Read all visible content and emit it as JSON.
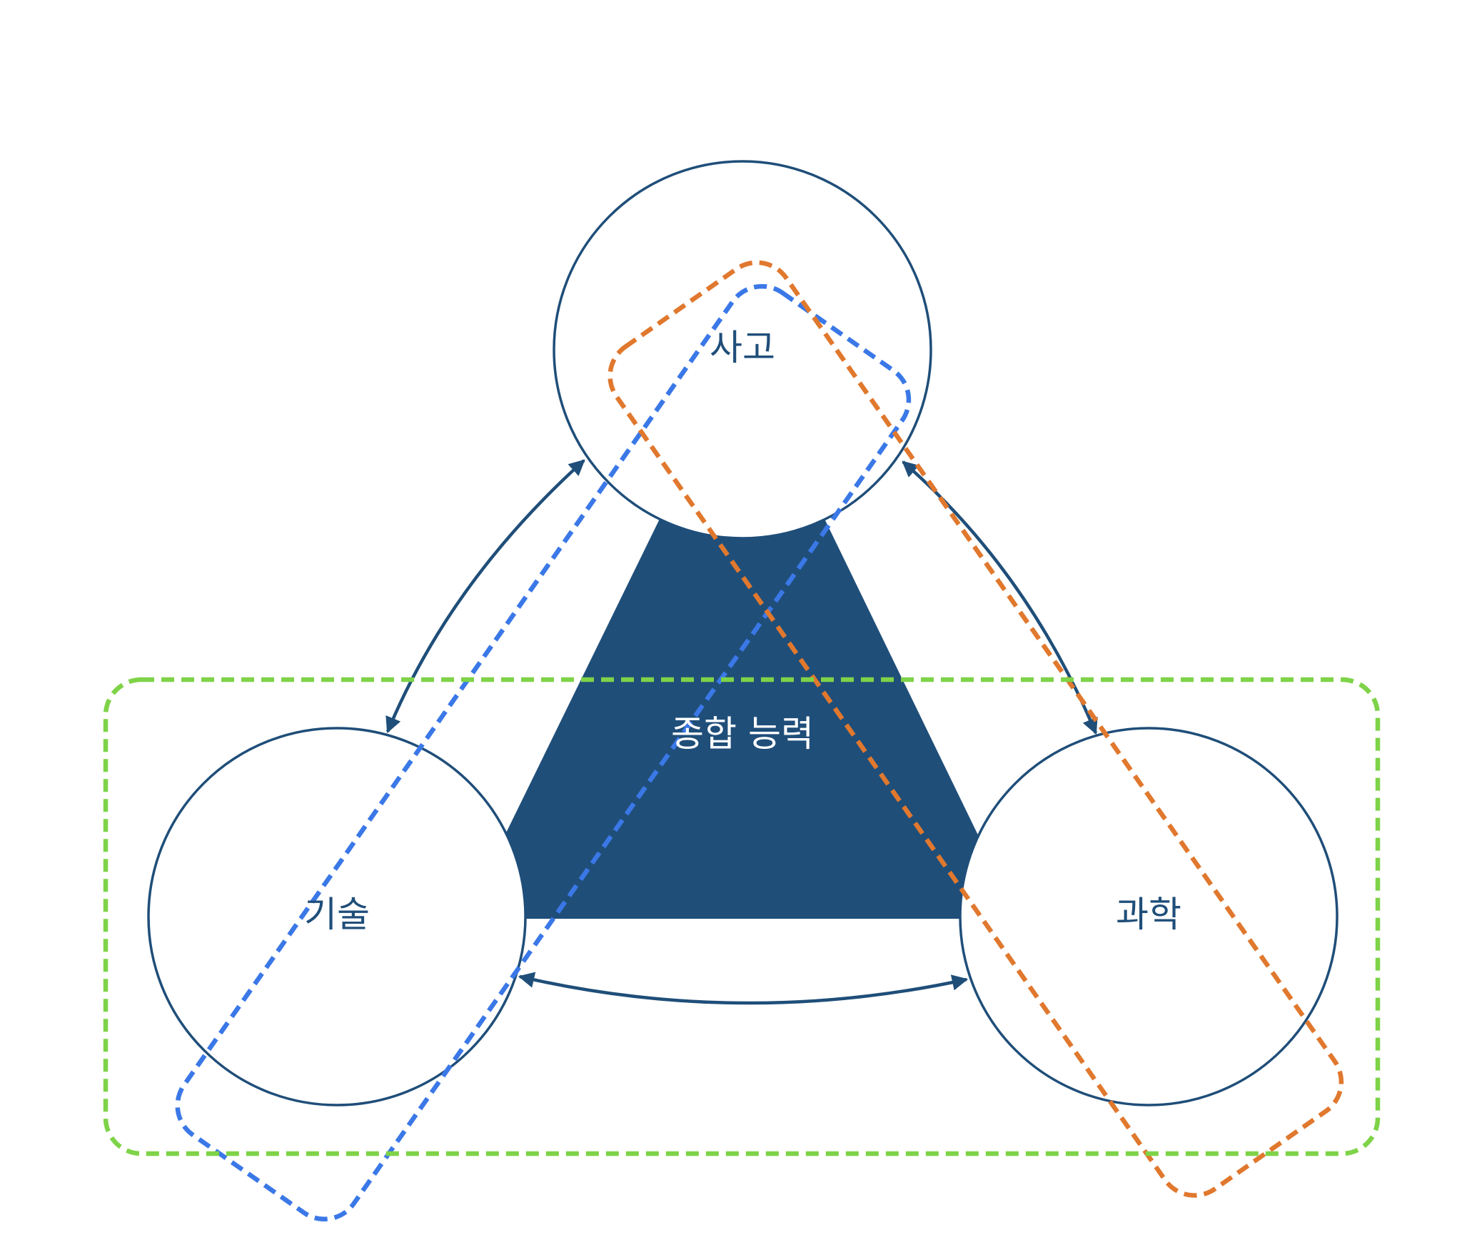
{
  "diagram": {
    "center_label": "종합 능력",
    "nodes": [
      {
        "id": "thinking",
        "label": "사고"
      },
      {
        "id": "technology",
        "label": "기술"
      },
      {
        "id": "science",
        "label": "과학"
      }
    ],
    "relations": [
      {
        "from": "사고",
        "to": "기술",
        "direction": "bidirectional"
      },
      {
        "from": "사고",
        "to": "과학",
        "direction": "bidirectional"
      },
      {
        "from": "기술",
        "to": "과학",
        "direction": "bidirectional"
      }
    ],
    "groupings": [
      {
        "color": "#3B78E7",
        "style": "dashed",
        "encloses": [
          "사고",
          "기술"
        ]
      },
      {
        "color": "#E0782E",
        "style": "dashed",
        "encloses": [
          "사고",
          "과학"
        ]
      },
      {
        "color": "#7ED348",
        "style": "dashed",
        "encloses": [
          "기술",
          "과학"
        ]
      }
    ],
    "colors": {
      "primary": "#1F4E79",
      "node_fill": "#ffffff"
    }
  }
}
